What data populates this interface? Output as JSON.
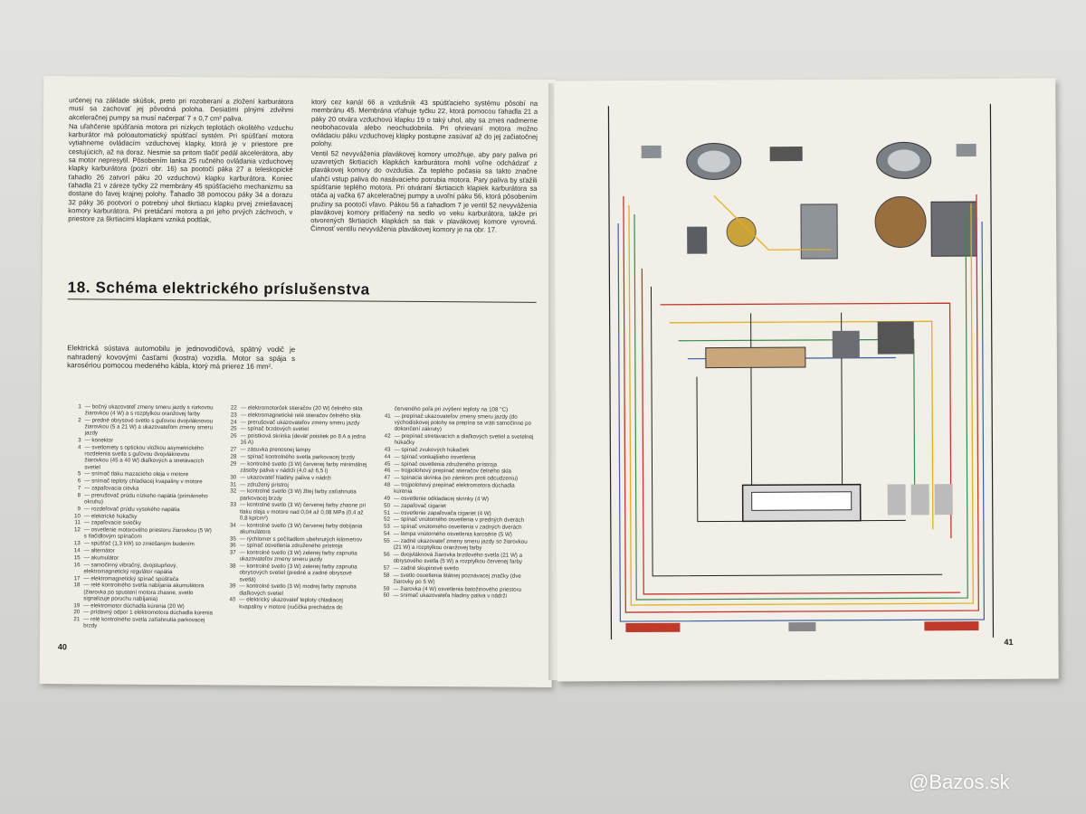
{
  "left_page": {
    "col1": [
      "určenej na základe skúšok, preto pri rozoberaní a zložení karburátora musí sa zachovať jej pôvodná poloha. Desiatimi plnými zdvihmi akceleračnej pumpy sa musí načerpať 7 ± 0,7 cm³ paliva.",
      "Na uľahčenie spúšťania motora pri nízkych teplotách okolitého vzduchu karburátor má poloautomatický spúšťací systém. Pri spúšťaní motora vytiahneme ovládacím vzduchovej klapky, ktorá je v priestore pre cestujúcich, až na doraz. Nesmie sa pritom tlačiť pedál akcelerátora, aby sa motor nepresytil. Pôsobením lanka 25 ručného ovládania vzduchovej klapky karburátora (pozri obr. 16) sa pootočí páka 27 a teleskopické ťahadlo 26 zatvorí páku 20 vzduchovú klapku karburátora. Koniec ťahadla 21 v záreze tyčky 22 membrány 45 spúšťacieho mechanizmu sa dostane do ľavej krajnej polohy. Ťahadlo 38 pomocou páky 34 a dorazu 32 páky 36 pootvorí o potrebný uhol škrtiacu klapku prvej zmiešavacej komory karburátora. Pri pretáčaní motora a pri jeho prvých záchvoch, v priestore za škrtiacimi klapkami vzniká podtlak,"
    ],
    "col2": [
      "ktorý cez kanál 66 a vzdušník 43 spúšťacieho systému pôsobí na membránu 45. Membrána vťahuje tyčku 22, ktorá pomocou ťahadla 21 a páky 20 otvára vzduchovú klapku 19 o taký uhol, aby sa zmes nadmerne neobohacovala alebo neochudobnila. Pri ohrievaní motora možno ovládaciu páku vzduchovej klapky postupne zasúvať až do jej začiatočnej polohy.",
      "Ventil 52 nevyváženia plavákovej komory umožňuje, aby pary paliva pri uzavretých škrtiacich klapkách karburátora mohli voľne odchádzať z plavákovej komory do ovzdušia. Za teplého počasia sa takto značne uľahčí vstup paliva do nasávacieho potrubia motora. Pary paliva by sťažili spúšťanie teplého motora. Pri otváraní škrtiacich klapiek karburátora sa otáča aj vačka 67 akceleračnej pumpy a uvoľní páku 56, ktorá pôsobením pružiny sa pootočí vľavo. Pákou 56 a ťahadlom 7 je ventil 52 nevyváženia plavákovej komory pritlačený na sedlo vo veku karburátora, takže pri otvorených škrtiacich klapkách sa tlak v plavákovej komore vyrovná. Činnosť ventilu nevyváženia plavákovej komory je na obr. 17."
    ],
    "heading": "18. Schéma elektrického príslušenstva",
    "intro": "Elektrická sústava automobilu je jednovodičová, spätný vodič je nahradený kovovými časťami (kostra) vozidla. Motor sa spája s karosériou pomocou medeného kábla, ktorý má prierez 16 mm².",
    "legend1": [
      [
        "1",
        "— bočný ukazovateľ zmeny smeru jazdy s rúrkovou žiarovkou (4 W) a s rozptylkou oranžovej farby"
      ],
      [
        "2",
        "— predné obrysové svetlo s guľovou dvojvláknovou žiarovkou (5 a 21 W) a ukazovateľom zmeny smeru jazdy"
      ],
      [
        "3",
        "— konektor"
      ],
      [
        "4",
        "— svetlomety s optickou vložkou asymetrického rozdelenia svetla s guľovou dvojvláknovou žiarovkou (45 a 40 W) diaľkových a stretávacích svetiel"
      ],
      [
        "5",
        "— snímač tlaku mazacieho oleja v motore"
      ],
      [
        "6",
        "— snímač teploty chladiacej kvapaliny v motore"
      ],
      [
        "7",
        "— zapaľovacia cievka"
      ],
      [
        "8",
        "— prerušovač prúdu nízkeho napätia (primárneho okruhu)"
      ],
      [
        "9",
        "— rozdeľovač prúdu vysokého napätia"
      ],
      [
        "10",
        "— elektrické húkačky"
      ],
      [
        "11",
        "— zapaľovacie sviečky"
      ],
      [
        "12",
        "— osvetlenie motorového priestoru žiarovkou (5 W) s tlačidlovým spínačom"
      ],
      [
        "13",
        "— spúšťač (1,3 kW) so zmiešaným budením"
      ],
      [
        "14",
        "— alternátor"
      ],
      [
        "15",
        "— akumulátor"
      ],
      [
        "16",
        "— samočinný vibračný, dvojstupňový, elektromagnetický regulátor napätia"
      ],
      [
        "17",
        "— elektromagnetický spínač spúšťača"
      ],
      [
        "18",
        "— relé kontrolného svetla nabíjania akumulátora (žiarovka po spustení motora zhasne, svetlo signalizuje poruchu nabíjania)"
      ],
      [
        "19",
        "— elektromotor dúchadla kúrenia (20 W)"
      ],
      [
        "20",
        "— prídavný odpor 1 elektromotora dúchadla kúrenia"
      ],
      [
        "21",
        "— relé kontrolného svetla zaťiahnutia parkovacej brzdy"
      ]
    ],
    "legend2": [
      [
        "22",
        "— elektromotorček stieračov (20 W) čelného skla"
      ],
      [
        "23",
        "— elektromagnetické relé stieračov čelného skla"
      ],
      [
        "24",
        "— prerušovač ukazovateľov zmeny smeru jazdy"
      ],
      [
        "25",
        "— spínač brzdových svetiel"
      ],
      [
        "26",
        "— poistková skrinka (deväť poistiek po 8 A a jedna 16 A)"
      ],
      [
        "27",
        "— zásuvka prenosnej lampy"
      ],
      [
        "28",
        "— spínač kontrolného svetla parkovacej brzdy"
      ],
      [
        "29",
        "— kontrolné svetlo (3 W) červenej farby minimálnej zásoby paliva v nádrži (4,0 až 6,5 l)"
      ],
      [
        "30",
        "— ukazovateľ hladiny paliva v nádrži"
      ],
      [
        "31",
        "— združený prístroj"
      ],
      [
        "32",
        "— kontrolné svetlo (3 W) žltej farby zaťiahnutia parkovacej brzdy"
      ],
      [
        "33",
        "— kontrolné svetlo (3 W) červenej farby zhasne pri tlaku oleja v motore nad 0,04 až 0,08 MPa (0,4 až 0,8 kp/cm²)"
      ],
      [
        "34",
        "— kontrolné svetlo (3 W) červenej farby dobíjania akumulátora"
      ],
      [
        "35",
        "— rýchlomer s počítadlom ubehnutých kilometrov"
      ],
      [
        "36",
        "— spínač osvetlenia združeného prístroja"
      ],
      [
        "37",
        "— kontrolné svetlo (3 W) zelenej farby zapnutia ukazovateľov zmeny smeru jazdy"
      ],
      [
        "38",
        "— kontrolné svetlo (3 W) zelenej farby zapnutia obrysových svetiel (predné a zadné obrysové svetlá)"
      ],
      [
        "39",
        "— kontrolné svetlo (3 W) modrej farby zapnutia diaľkových svetiel"
      ],
      [
        "40",
        "— elektrický ukazovateľ teploty chladiacej kvapaliny v motore (ručička prechádza do"
      ]
    ],
    "legend3": [
      [
        "",
        "červeného poľa pri zvýšení teploty na 108 °C)"
      ],
      [
        "41",
        "— prepínač ukazovateľov zmeny smeru jazdy (do východiskovej polohy sa prepína sa vráti samočinne po dokončení zákruty)"
      ],
      [
        "42",
        "— prepínač stretávacích a diaľkových svetiel a svetelnej húkačky"
      ],
      [
        "43",
        "— spínač zvukových húkačiek"
      ],
      [
        "44",
        "— spínač vonkajšieho osvetlenia"
      ],
      [
        "45",
        "— spínač osvetlenia združeného prístroja"
      ],
      [
        "46",
        "— trojpolohový prepínač stieračov čelného skla"
      ],
      [
        "47",
        "— spínacia skrinka (so zámkom proti odcudzeniu)"
      ],
      [
        "48",
        "— trojpolohový prepínač elektromotora dúchadla kúrenia"
      ],
      [
        "49",
        "— osvetlenie odkladacej skrinky (4 W)"
      ],
      [
        "50",
        "— zapaľovač cigariet"
      ],
      [
        "51",
        "— osvetlenie zapaľovača cigariet (4 W)"
      ],
      [
        "52",
        "— spínač vnútorného osvetlenia v predných dverách"
      ],
      [
        "53",
        "— spínač vnútorného osvetlenia v zadných dverách"
      ],
      [
        "54",
        "— lampa vnútorného osvetlenia karosérie (5 W)"
      ],
      [
        "55",
        "— zadné ukazovateľ zmeny smeru jazdy so žiarovkou (21 W) a rozptylkou oranžovej farby"
      ],
      [
        "56",
        "— dvojvláknová žiarovka brzdového svetla (21 W) a obrysového svetla (5 W) a rozptylkou červenej farby"
      ],
      [
        "57",
        "— zadné skupinové svetlo"
      ],
      [
        "58",
        "— svetlo osvetlenia štátnej poznávacej značky (dve žiarovky po 5 W)"
      ],
      [
        "59",
        "— žiarovka (4 W) osvetlenia batožinového priestoru"
      ],
      [
        "60",
        "— snímač ukazovateľa hladiny paliva v nádrži"
      ]
    ],
    "page_number": "40"
  },
  "right_page": {
    "page_number": "41"
  },
  "watermark": "@Bazos.sk",
  "colors": {
    "paper": "#efede6",
    "wire_red": "#c0392b",
    "wire_yellow": "#e0b020",
    "wire_green": "#3a8a4a",
    "wire_blue": "#3a5fa0",
    "wire_black": "#222222"
  }
}
